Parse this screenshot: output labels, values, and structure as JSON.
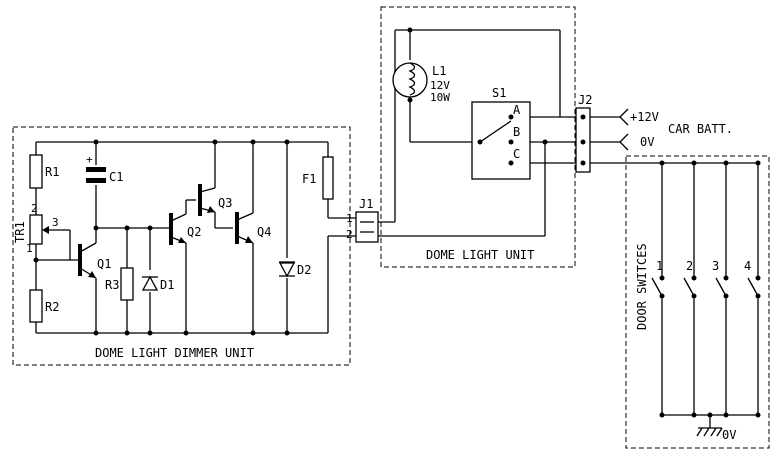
{
  "labels": {
    "r1": "R1",
    "c1": "C1",
    "c1_plus": "+",
    "tr1": "TR1",
    "tr1_pin1": "1",
    "tr1_pin2": "2",
    "tr1_pin3": "3",
    "q1": "Q1",
    "r3": "R3",
    "d1": "D1",
    "q2": "Q2",
    "q3": "Q3",
    "q4": "Q4",
    "d2": "D2",
    "f1": "F1",
    "r2": "R2",
    "j1": "J1",
    "j1_pin1": "1",
    "j1_pin2": "2",
    "l1": "L1",
    "l1_volt": "12V",
    "l1_watt": "10W",
    "s1": "S1",
    "s1_a": "A",
    "s1_b": "B",
    "s1_c": "C",
    "j2": "J2",
    "plus12v": "+12V",
    "zero_v": "0V",
    "car_batt": "CAR BATT.",
    "door_switches": "DOOR SWITCES",
    "sw1": "1",
    "sw2": "2",
    "sw3": "3",
    "sw4": "4",
    "ground_0v": "0V"
  },
  "blocks": {
    "dimmer": "DOME LIGHT DIMMER UNIT",
    "dome": "DOME LIGHT UNIT"
  }
}
